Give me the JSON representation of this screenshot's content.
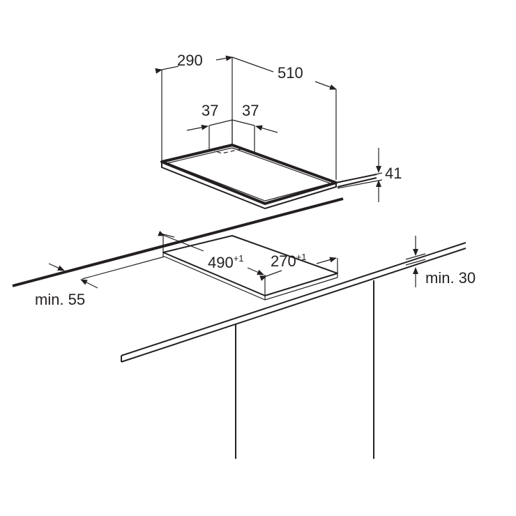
{
  "dimensions": {
    "hob_depth": "290",
    "hob_width": "510",
    "burner_offset_left": "37",
    "burner_offset_right": "37",
    "hob_height": "41",
    "cutout_width": "490",
    "cutout_width_tolerance": "+1",
    "cutout_depth": "270",
    "cutout_depth_tolerance": "+1",
    "min_front_distance": "min. 55",
    "min_cabinet_clearance": "min. 30"
  },
  "colors": {
    "line": "#231f20",
    "background": "#ffffff"
  }
}
